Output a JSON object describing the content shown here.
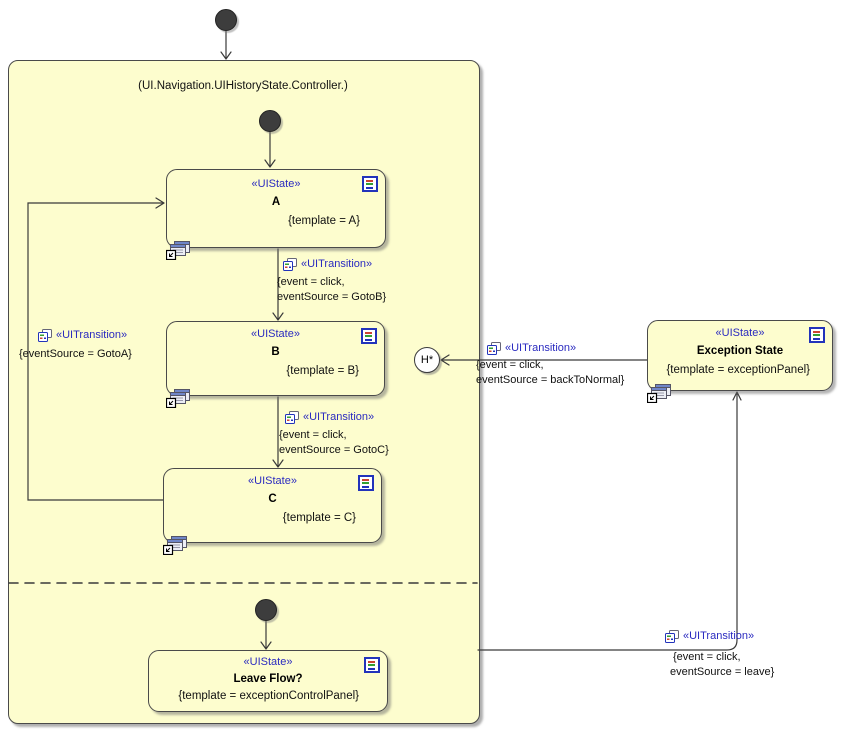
{
  "diagram": {
    "container_title": "(UI.Navigation.UIHistoryState.Controller.)"
  },
  "states": {
    "a": {
      "stereotype": "«UIState»",
      "name": "A",
      "template": "{template = A}"
    },
    "b": {
      "stereotype": "«UIState»",
      "name": "B",
      "template": "{template = B}"
    },
    "c": {
      "stereotype": "«UIState»",
      "name": "C",
      "template": "{template = C}"
    },
    "exception": {
      "stereotype": "«UIState»",
      "name": "Exception State",
      "template": "{template = exceptionPanel}"
    },
    "leave": {
      "stereotype": "«UIState»",
      "name": "Leave Flow?",
      "template": "{template = exceptionControlPanel}"
    }
  },
  "transitions": {
    "a_to_b": {
      "stereotype": "«UITransition»",
      "line1": "{event = click,",
      "line2": "eventSource = GotoB}"
    },
    "b_to_c": {
      "stereotype": "«UITransition»",
      "line1": "{event = click,",
      "line2": "eventSource = GotoC}"
    },
    "c_to_a": {
      "stereotype": "«UITransition»",
      "line1": "{eventSource = GotoA}"
    },
    "exception_to_history": {
      "stereotype": "«UITransition»",
      "line1": "{event = click,",
      "line2": "eventSource = backToNormal}"
    },
    "leave_to_exception": {
      "stereotype": "«UITransition»",
      "line1": "{event = click,",
      "line2": "eventSource = leave}"
    }
  },
  "history_state": {
    "label": "H*"
  },
  "icons": {
    "state_spec_icon": "list-with-colored-lines",
    "submachine_icon": "mini-form-windows-with-link-badge",
    "transition_icon": "overlapping-squares"
  },
  "colors": {
    "state_fill": "#FDFDCE",
    "state_border": "#4a4a4a",
    "stereotype_blue": "#2B2BC0",
    "initial_dot": "#3d3d3d"
  }
}
